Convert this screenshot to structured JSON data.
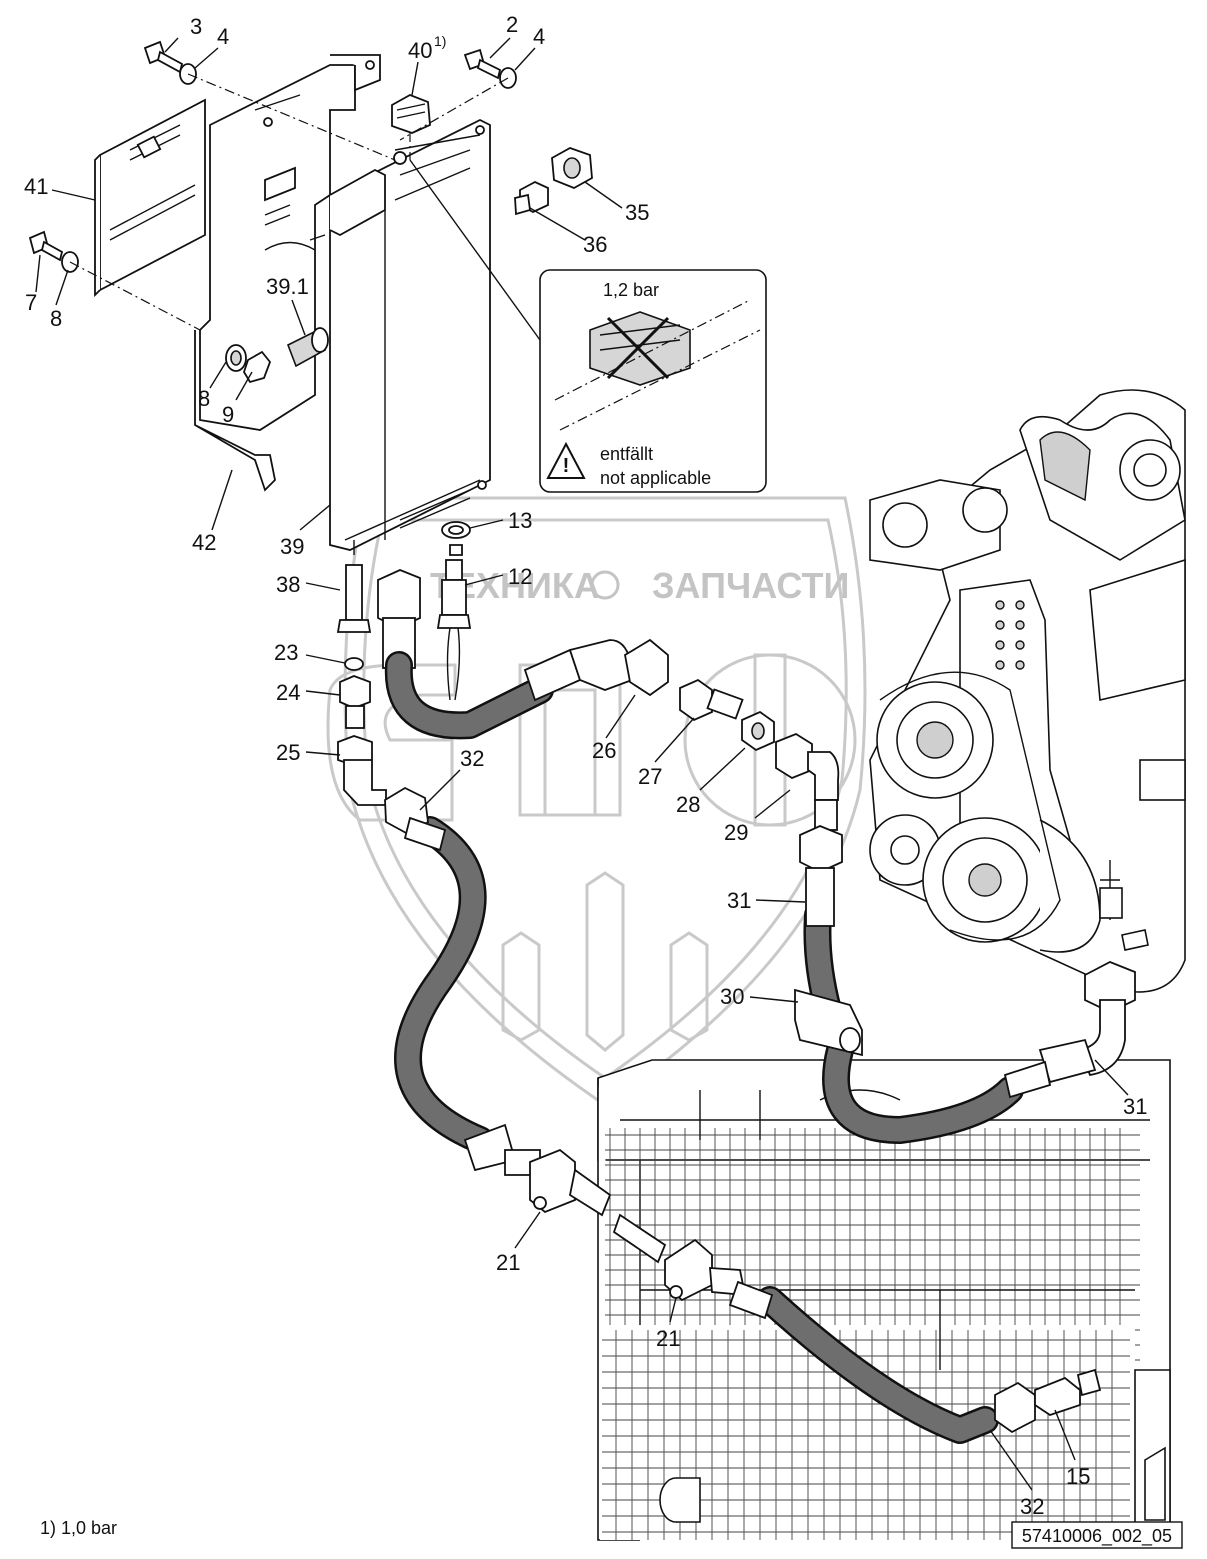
{
  "callouts": [
    {
      "id": "c3",
      "text": "3"
    },
    {
      "id": "c4a",
      "text": "4"
    },
    {
      "id": "c40",
      "text": "40",
      "sup": "1)"
    },
    {
      "id": "c2",
      "text": "2"
    },
    {
      "id": "c4b",
      "text": "4"
    },
    {
      "id": "c41",
      "text": "41"
    },
    {
      "id": "c35",
      "text": "35"
    },
    {
      "id": "c36",
      "text": "36"
    },
    {
      "id": "c7",
      "text": "7"
    },
    {
      "id": "c8a",
      "text": "8"
    },
    {
      "id": "c391",
      "text": "39.1"
    },
    {
      "id": "c8b",
      "text": "8"
    },
    {
      "id": "c9",
      "text": "9"
    },
    {
      "id": "c42",
      "text": "42"
    },
    {
      "id": "c39",
      "text": "39"
    },
    {
      "id": "c13",
      "text": "13"
    },
    {
      "id": "c12",
      "text": "12"
    },
    {
      "id": "c38",
      "text": "38"
    },
    {
      "id": "c23",
      "text": "23"
    },
    {
      "id": "c24",
      "text": "24"
    },
    {
      "id": "c25",
      "text": "25"
    },
    {
      "id": "c32a",
      "text": "32"
    },
    {
      "id": "c26",
      "text": "26"
    },
    {
      "id": "c27",
      "text": "27"
    },
    {
      "id": "c28",
      "text": "28"
    },
    {
      "id": "c29",
      "text": "29"
    },
    {
      "id": "c31a",
      "text": "31"
    },
    {
      "id": "c30",
      "text": "30"
    },
    {
      "id": "c31b",
      "text": "31"
    },
    {
      "id": "c21a",
      "text": "21"
    },
    {
      "id": "c21b",
      "text": "21"
    },
    {
      "id": "c15",
      "text": "15"
    },
    {
      "id": "c32b",
      "text": "32"
    }
  ],
  "inset": {
    "pressure": "1,2 bar",
    "warning_de": "entfällt",
    "warning_en": "not applicable"
  },
  "watermark": {
    "left_text": "ТЕХНИКА",
    "right_text": "ЗАПЧАСТИ"
  },
  "footnote": "1)  1,0 bar",
  "drawing_number": "57410006_002_05"
}
